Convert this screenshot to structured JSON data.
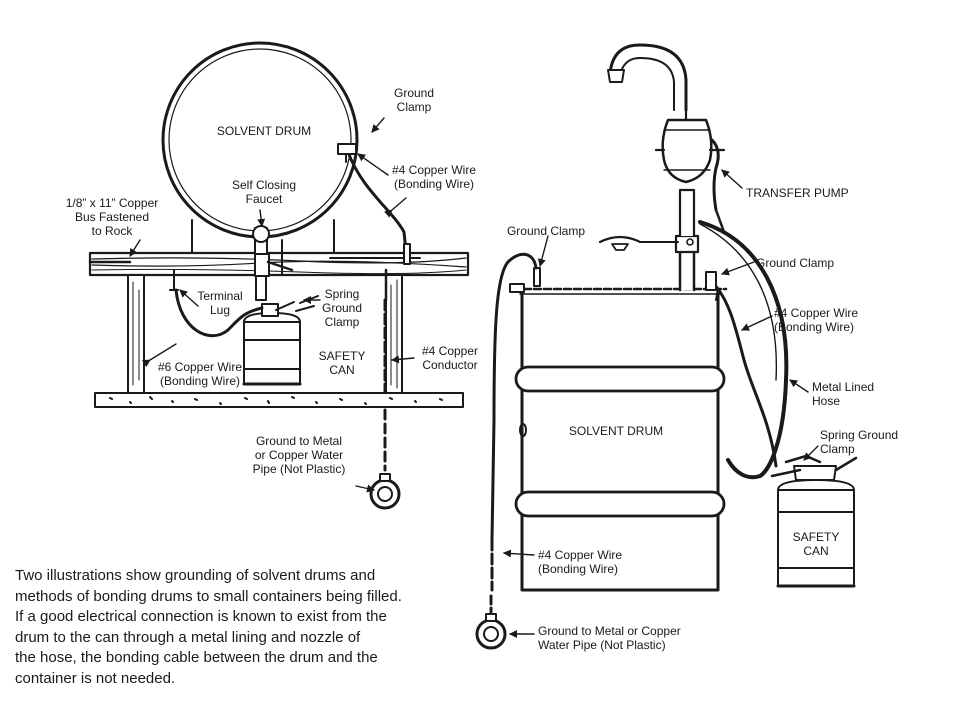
{
  "left_figure": {
    "ground_clamp": [
      "Ground",
      "Clamp"
    ],
    "solvent_drum": "SOLVENT DRUM",
    "copper_wire_4": [
      "#4 Copper Wire",
      "(Bonding Wire)"
    ],
    "self_closing_faucet": [
      "Self Closing",
      "Faucet"
    ],
    "copper_bus": [
      "1/8” x 11” Copper",
      "Bus Fastened",
      "to Rock"
    ],
    "terminal_lug": [
      "Terminal",
      "Lug"
    ],
    "spring_ground_clamp": [
      "Spring",
      "Ground",
      "Clamp"
    ],
    "safety_can": [
      "SAFETY",
      "CAN"
    ],
    "copper_conductor_4": [
      "#4 Copper",
      "Conductor"
    ],
    "copper_wire_6": [
      "#6 Copper Wire",
      "(Bonding Wire)"
    ],
    "ground_to_pipe": [
      "Ground to Metal",
      "or Copper Water",
      "Pipe (Not Plastic)"
    ]
  },
  "right_figure": {
    "transfer_pump": "TRANSFER PUMP",
    "ground_clamp_left": "Ground Clamp",
    "ground_clamp_right": "Ground Clamp",
    "copper_wire_4_upper": [
      "#4 Copper Wire",
      "(Bonding Wire)"
    ],
    "metal_lined_hose": [
      "Metal Lined",
      "Hose"
    ],
    "solvent_drum": "SOLVENT DRUM",
    "spring_ground_clamp": [
      "Spring Ground",
      "Clamp"
    ],
    "safety_can": [
      "SAFETY",
      "CAN"
    ],
    "copper_wire_4_lower": [
      "#4 Copper Wire",
      "(Bonding Wire)"
    ],
    "ground_to_pipe": [
      "Ground to Metal or Copper",
      "Water Pipe (Not Plastic)"
    ]
  },
  "caption": [
    "Two illustrations show grounding of solvent drums and",
    "methods of bonding drums to small containers being filled.",
    "If a good electrical connection is known to exist from the",
    "drum to the can through a metal lining and nozzle of",
    "the hose, the bonding cable between the drum and the",
    "container is not needed."
  ]
}
